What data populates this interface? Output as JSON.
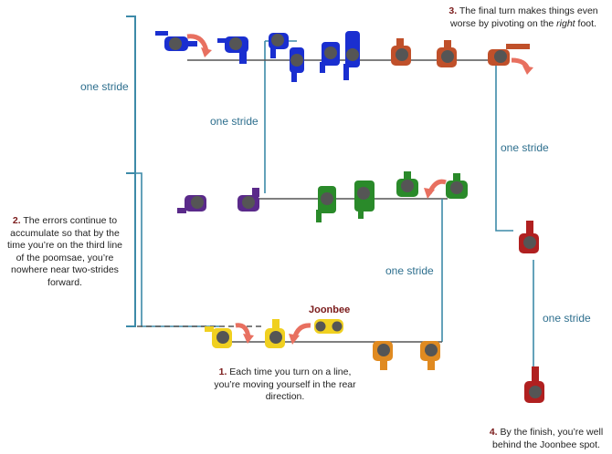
{
  "labels": {
    "stride": "one stride",
    "joonbee": "Joonbee"
  },
  "notes": {
    "n1_num": "1.",
    "n1_text": "Each time you turn on a line, you’re moving yourself in the rear direction.",
    "n2_num": "2.",
    "n2_text": "The errors continue to accumulate so that by the time you’re on the third line of the poomsae, you’re nowhere near two-strides forward.",
    "n3_num": "3.",
    "n3_pre": "The final turn makes things even worse by pivoting on the ",
    "n3_em": "right",
    "n3_post": " foot.",
    "n4_num": "4.",
    "n4_text": "By the finish, you’re well behind the Joonbee spot."
  },
  "colors": {
    "stride_line": "#3d8aa8",
    "step_line": "#555555",
    "pivot_arrow": "#e87060",
    "number": "#7a1a1a",
    "figure_blue": "#1a2fd0",
    "figure_orange_red": "#c0502a",
    "figure_purple": "#5a2a8a",
    "figure_green": "#2a8a2a",
    "figure_yellow": "#f0d020",
    "figure_orange": "#e08a20",
    "figure_dark_red": "#b02020",
    "head": "#555555"
  }
}
